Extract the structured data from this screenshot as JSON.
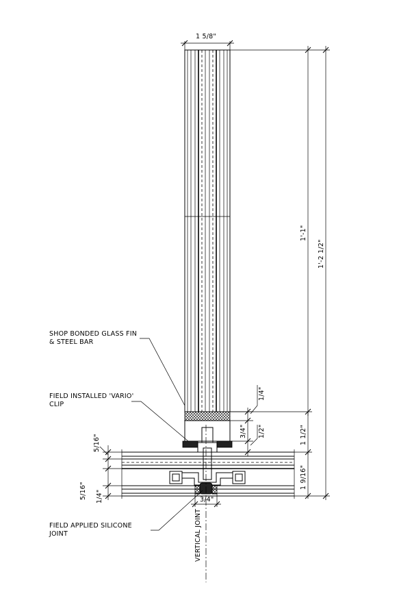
{
  "dimensions": {
    "fin_width": "1 5/8\"",
    "fin_height": "1'-1\"",
    "overall_height": "1'-2 1/2\"",
    "bar_offset": "1/4\"",
    "clip_height": "3/4\"",
    "clip_lower": "1/2\"",
    "stack_height": "1 1/2\"",
    "panel_depth": "1 9/16\"",
    "glass_top": "5/16\"",
    "glass_bottom": "5/16\"",
    "gap": "1/4\"",
    "joint_width": "3/4\""
  },
  "notes": {
    "fin_line1": "SHOP BONDED GLASS FIN",
    "fin_line2": "& STEEL BAR",
    "clip_line1": "FIELD INSTALLED 'VARIO'",
    "clip_line2": "CLIP",
    "silicone_line1": "FIELD APPLIED SILICONE",
    "silicone_line2": "JOINT",
    "vertical_joint": "VERTICAL JOINT"
  }
}
